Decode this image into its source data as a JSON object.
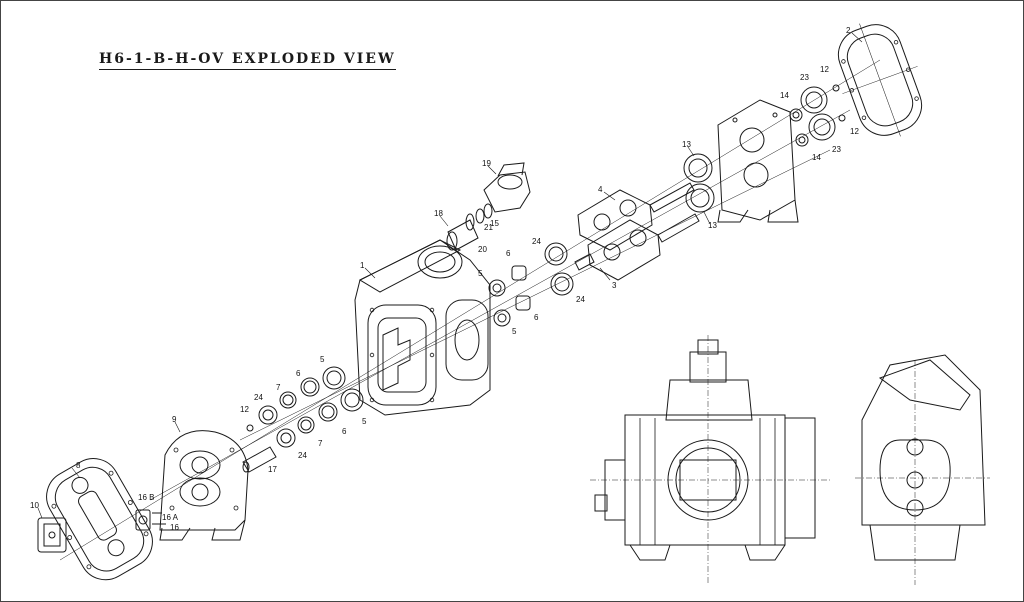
{
  "title": "H6-1-B-H-OV EXPLODED VIEW",
  "line_color": "#1a1a1a",
  "callouts": [
    "1",
    "2",
    "3",
    "4",
    "5",
    "5",
    "5",
    "5",
    "6",
    "6",
    "6",
    "6",
    "7",
    "7",
    "8",
    "9",
    "10",
    "12",
    "12",
    "12",
    "13",
    "13",
    "14",
    "14",
    "15",
    "16",
    "16 A",
    "16 B",
    "17",
    "18",
    "19",
    "20",
    "21",
    "23",
    "23",
    "24",
    "24",
    "24",
    "24"
  ]
}
